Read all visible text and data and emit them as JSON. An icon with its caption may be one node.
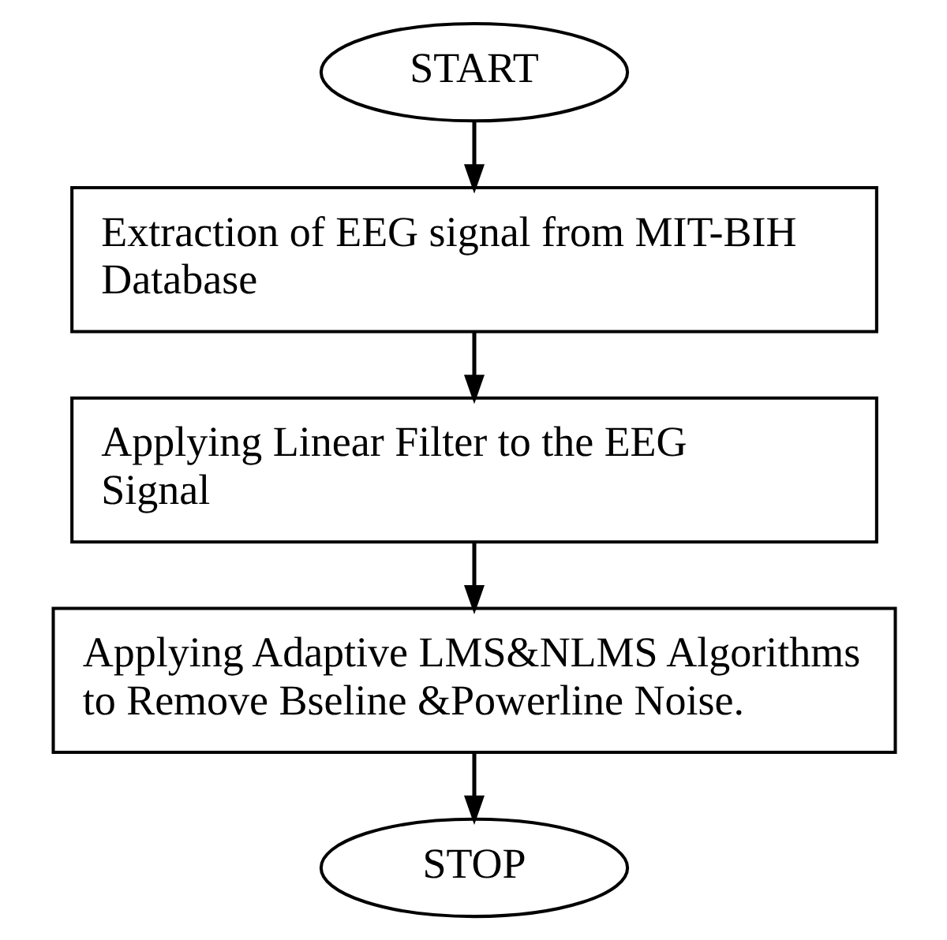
{
  "diagram": {
    "nodes": [
      {
        "text": [
          "START"
        ]
      },
      {
        "text": [
          "Extraction of EEG signal from MIT-BIH Database"
        ]
      },
      {
        "text": [
          "Applying Linear Filter to the EEG Signal"
        ]
      },
      {
        "text": [
          "Applying Adaptive LMS&NLMS Algorithms to Remove Bseline &Powerline Noise."
        ]
      },
      {
        "text": [
          "STOP"
        ]
      }
    ],
    "edges": [
      {
        "from": 0,
        "to": 1,
        "arrow": "to"
      },
      {
        "from": 1,
        "to": 2,
        "arrow": "to"
      },
      {
        "from": 2,
        "to": 3,
        "arrow": "to"
      },
      {
        "from": 3,
        "to": 4,
        "arrow": "to"
      }
    ]
  }
}
